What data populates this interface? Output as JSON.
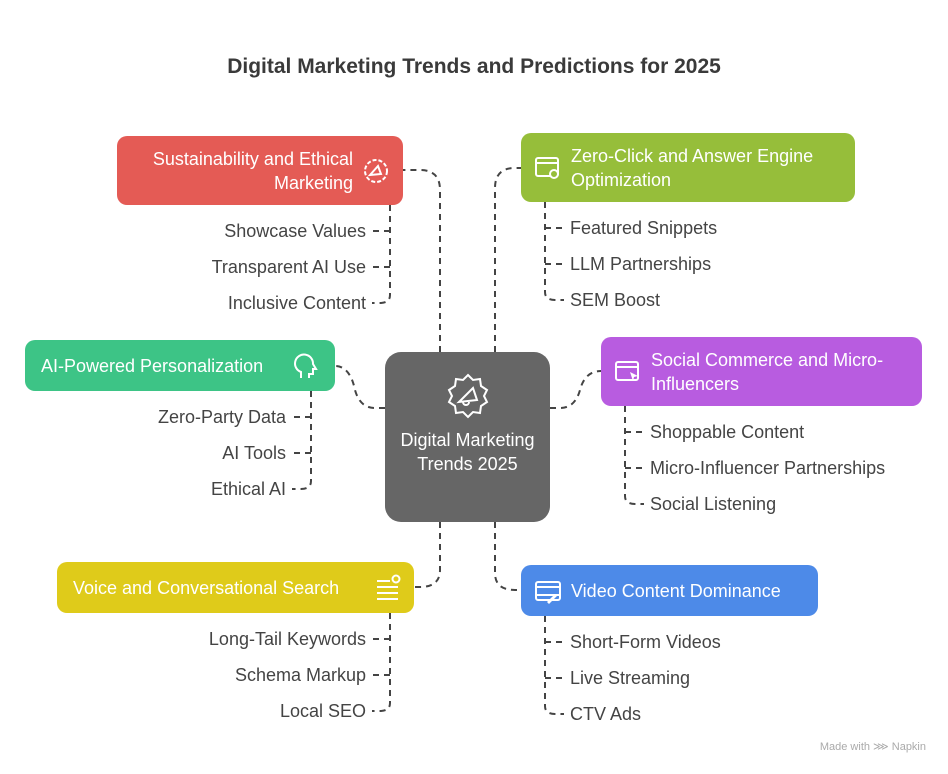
{
  "title": "Digital Marketing Trends and Predictions for 2025",
  "center": {
    "label": "Digital Marketing Trends 2025",
    "icon": "gear-megaphone-icon",
    "color": "#666666"
  },
  "branches": [
    {
      "id": "sustainability",
      "label": "Sustainability and Ethical Marketing",
      "color": "#E45B55",
      "icon": "megaphone-gear-icon",
      "items": [
        "Showcase Values",
        "Transparent AI Use",
        "Inclusive Content"
      ]
    },
    {
      "id": "zero-click",
      "label": "Zero-Click and Answer Engine Optimization",
      "color": "#96BE3A",
      "icon": "browser-search-icon",
      "items": [
        "Featured Snippets",
        "LLM Partnerships",
        "SEM Boost"
      ]
    },
    {
      "id": "ai-personalization",
      "label": "AI-Powered Personalization",
      "color": "#3DC486",
      "icon": "ai-head-icon",
      "items": [
        "Zero-Party Data",
        "AI Tools",
        "Ethical AI"
      ]
    },
    {
      "id": "social-commerce",
      "label": "Social Commerce and Micro-Influencers",
      "color": "#B85CE0",
      "icon": "browser-cursor-icon",
      "items": [
        "Shoppable Content",
        "Micro-Influencer Partnerships",
        "Social Listening"
      ]
    },
    {
      "id": "voice-search",
      "label": "Voice and Conversational Search",
      "color": "#DFCB1A",
      "icon": "list-search-icon",
      "items": [
        "Long-Tail Keywords",
        "Schema Markup",
        "Local SEO"
      ]
    },
    {
      "id": "video",
      "label": "Video Content Dominance",
      "color": "#4D8AE8",
      "icon": "video-edit-icon",
      "items": [
        "Short-Form Videos",
        "Live Streaming",
        "CTV Ads"
      ]
    }
  ],
  "footer": "Made with ⋙ Napkin"
}
